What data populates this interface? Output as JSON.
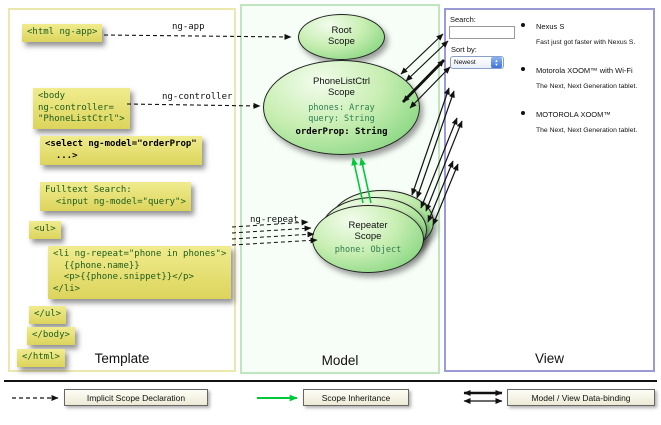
{
  "panels": {
    "template": {
      "label": "Template"
    },
    "model": {
      "label": "Model"
    },
    "view": {
      "label": "View"
    }
  },
  "code_boxes": [
    "<html ng-app>",
    "<body\nng-controller=\n\"PhoneListCtrl\">",
    "<select ng-model=\"orderProp\"\n  ...>",
    "Fulltext Search:\n  <input ng-model=\"query\">",
    "<ul>",
    "<li ng-repeat=\"phone in phones\">\n  {{phone.name}}\n  <p>{{phone.snippet}}</p>\n</li>",
    "</ul>",
    "</body>",
    "</html>"
  ],
  "arrow_labels": {
    "ng_app": "ng-app",
    "ng_controller": "ng-controller",
    "ng_repeat": "ng-repeat"
  },
  "scopes": {
    "root": {
      "title": "Root\nScope"
    },
    "phone_list_ctrl": {
      "title": "PhoneListCtrl\nScope",
      "properties": [
        "phones: Array",
        "query: String"
      ],
      "bold_property": "orderProp: String"
    },
    "repeater": {
      "title": "Repeater\nScope",
      "property": "phone: Object"
    }
  },
  "view": {
    "search_label": "Search:",
    "search_value": "",
    "sort_label": "Sort by:",
    "sort_value": "Newest",
    "phones": [
      {
        "name": "Nexus S",
        "snippet": "Fast just got faster with Nexus S."
      },
      {
        "name": "Motorola XOOM™ with Wi-Fi",
        "snippet": "The Next, Next Generation tablet."
      },
      {
        "name": "MOTOROLA XOOM™",
        "snippet": "The Next, Next Generation tablet."
      }
    ]
  },
  "icons": {
    "select_stepper_up": "▲",
    "select_stepper_down": "▼"
  },
  "legend": [
    "Implicit Scope Declaration",
    "Scope Inheritance",
    "Model / View Data-binding"
  ],
  "colors": {
    "scope_inheritance_green": "#00c838",
    "code_box_yellow": "#e6df6e",
    "scope_fill_green": "#8fd98f",
    "template_border": "#ece7ad",
    "model_border": "#bfe6bf",
    "view_border": "#9a9ad6"
  }
}
